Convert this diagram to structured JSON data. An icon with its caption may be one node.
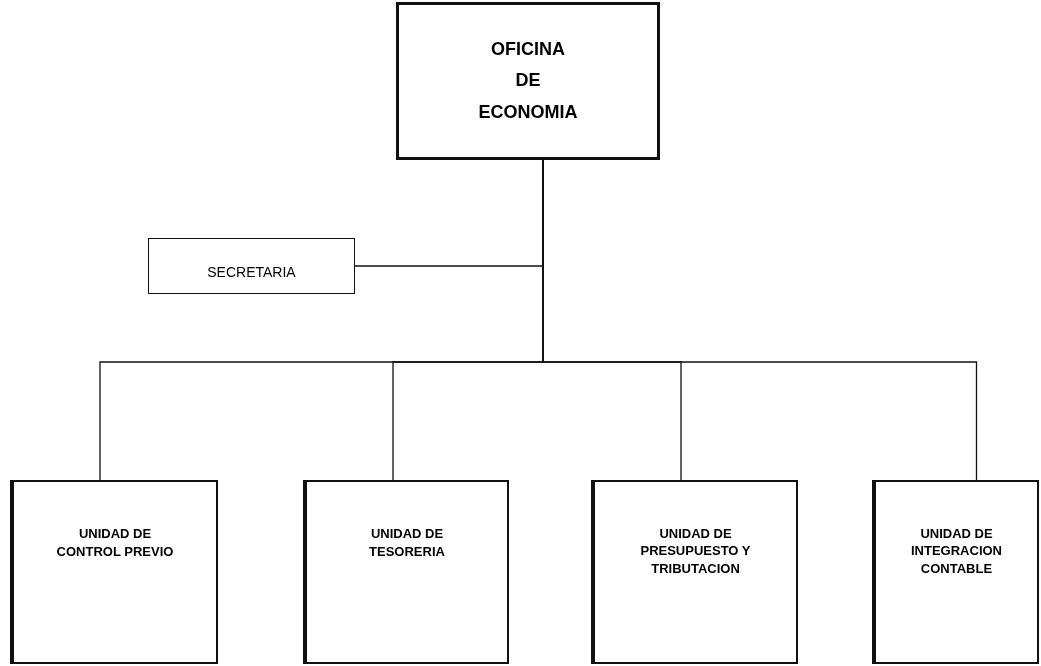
{
  "diagram": {
    "nodes": [
      {
        "text": [
          "OFICINA DE ECONOMIA"
        ]
      },
      {
        "text": [
          "SECRETARIA"
        ]
      },
      {
        "text": [
          "UNIDAD DE CONTROL PREVIO"
        ]
      },
      {
        "text": [
          "UNIDAD DE TESORERIA"
        ]
      },
      {
        "text": [
          "UNIDAD DE PRESUPUESTO Y TRIBUTACION"
        ]
      },
      {
        "text": [
          "UNIDAD DE INTEGRACION CONTABLE"
        ]
      }
    ],
    "edges": [
      {
        "from": 0,
        "to": 1,
        "arrow": "none"
      },
      {
        "from": 0,
        "to": 2,
        "arrow": "none"
      },
      {
        "from": 0,
        "to": 3,
        "arrow": "none"
      },
      {
        "from": 0,
        "to": 4,
        "arrow": "none"
      },
      {
        "from": 0,
        "to": 5,
        "arrow": "none"
      }
    ]
  }
}
